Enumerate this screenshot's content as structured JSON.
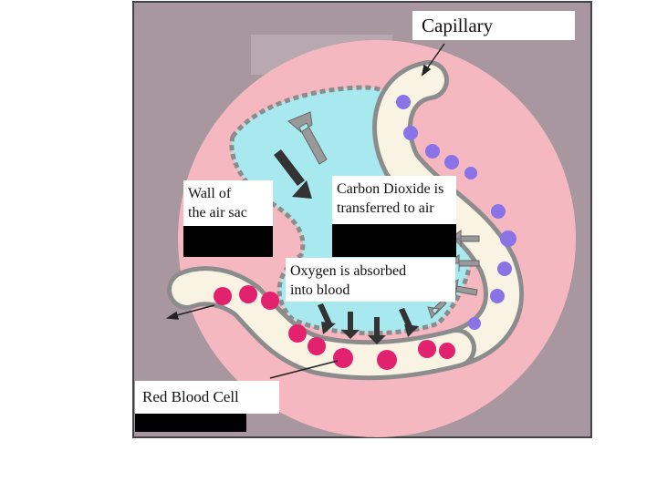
{
  "labels": {
    "capillary": "Capillary",
    "wall_line1": "Wall of",
    "wall_line2": "the air sac",
    "co2_line1": "Carbon Dioxide is",
    "co2_line2": "transferred to air",
    "oxygen_line1": "Oxygen is absorbed",
    "oxygen_line2": "into blood",
    "rbc": "Red Blood Cell"
  },
  "colors": {
    "frame_background": "#a8979f",
    "tissue_pink": "#f5b8c0",
    "air_sac_cyan": "#a8e9ef",
    "capillary_wall": "#f8f3e3",
    "membrane_cells": "#8c8c8c",
    "deoxygenated_cell": "#8a73e6",
    "oxygenated_cell": "#e2226f",
    "co2_arrow": "#999999",
    "o2_arrow": "#333333",
    "redaction": "#000000"
  }
}
